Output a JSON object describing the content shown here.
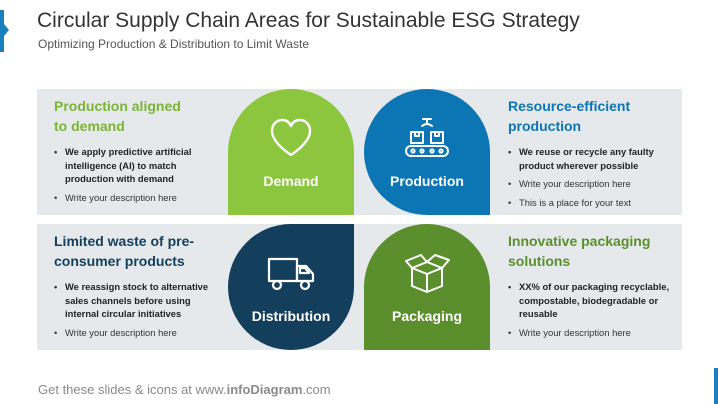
{
  "header": {
    "title": "Circular Supply Chain Areas for Sustainable ESG Strategy",
    "subtitle": "Optimizing Production & Distribution to Limit Waste"
  },
  "colors": {
    "demand": "#8cc63f",
    "production": "#0b76b3",
    "distribution": "#133f5c",
    "packaging": "#5b8e2d",
    "band": "#e6e9ec"
  },
  "blocks": {
    "demand": {
      "label": "Demand",
      "icon": "heart-icon"
    },
    "production": {
      "label": "Production",
      "icon": "conveyor-belt-icon"
    },
    "distribution": {
      "label": "Distribution",
      "icon": "delivery-truck-icon"
    },
    "packaging": {
      "label": "Packaging",
      "icon": "open-box-icon"
    }
  },
  "panels": {
    "top_left": {
      "heading_line1": "Production aligned",
      "heading_line2": "to demand",
      "bullets": [
        "We apply predictive artificial intelligence (AI) to match production with demand",
        "Write your description here"
      ]
    },
    "top_right": {
      "heading_line1": "Resource-efficient",
      "heading_line2": "production",
      "bullets": [
        "We reuse or recycle any faulty product wherever possible",
        "Write your description here",
        "This is a place for your text"
      ]
    },
    "bottom_left": {
      "heading_line1": "Limited waste of pre-",
      "heading_line2": "consumer products",
      "bullets": [
        "We reassign stock to alternative sales channels before using internal circular initiatives",
        "Write your description here"
      ]
    },
    "bottom_right": {
      "heading_line1": "Innovative packaging",
      "heading_line2": "solutions",
      "bullets": [
        "XX% of our packaging recyclable, compostable, biodegradable or reusable",
        "Write your description here"
      ]
    }
  },
  "footer": {
    "prefix": "Get these slides & icons at www.",
    "brand": "infoDiagram",
    "suffix": ".com"
  }
}
